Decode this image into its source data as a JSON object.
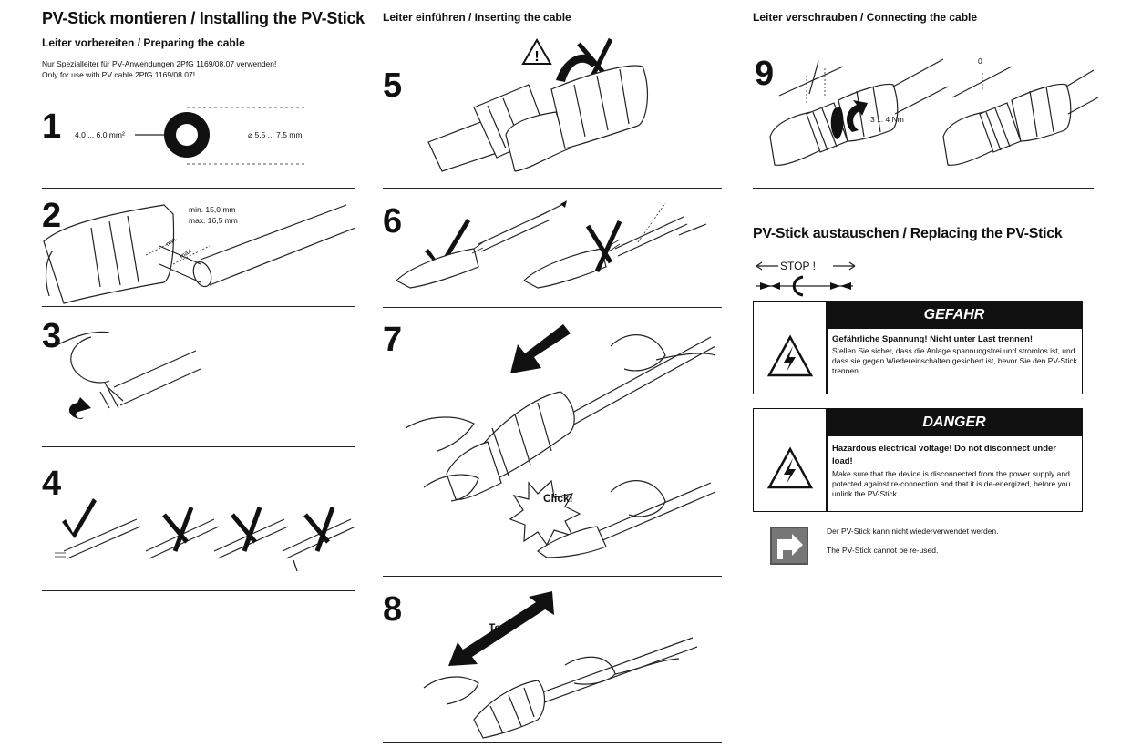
{
  "col1": {
    "title": "PV-Stick montieren / Installing the PV-Stick",
    "subtitle": "Leiter vorbereiten / Preparing the cable",
    "note_de": "Nur Spezialleiter für PV-Anwendungen 2PfG 1169/08.07 verwenden!",
    "note_en": "Only for use with PV cable 2PfG 1169/08.07!",
    "step1": {
      "num": "1",
      "cross_section": "4,0 ... 6,0 mm²",
      "diameter": "⌀ 5,5 ... 7,5 mm"
    },
    "step2": {
      "num": "2",
      "min_len": "min. 15,0 mm",
      "max_len": "max. 16,5 mm",
      "min": "min.",
      "max": "max."
    },
    "step3": {
      "num": "3"
    },
    "step4": {
      "num": "4"
    }
  },
  "col2": {
    "title": "Leiter einführen / Inserting the cable",
    "step5": {
      "num": "5"
    },
    "step6": {
      "num": "6"
    },
    "step7": {
      "num": "7",
      "click": "Click!"
    },
    "step8": {
      "num": "8",
      "test": "Test"
    }
  },
  "col3": {
    "title": "Leiter verschrauben / Connecting the cable",
    "step9": {
      "num": "9",
      "torque": "3 ... 4 Nm",
      "gap": "0"
    },
    "replace_title": "PV-Stick austauschen / Replacing the PV-Stick",
    "stop": "STOP !",
    "gefahr": {
      "head": "GEFAHR",
      "bold": "Gefährliche Spannung! Nicht unter Last trennen!",
      "text": "Stellen Sie sicher, dass die Anlage spannungsfrei und stromlos ist, und dass sie gegen Wiedereinschalten gesichert ist, bevor Sie den PV-Stick trennen."
    },
    "danger": {
      "head": "DANGER",
      "bold": "Hazardous electrical voltage! Do not disconnect under load!",
      "text": "Make sure that the device is disconnected from the power supply and potected against re-connection and that it is de-energized, before you unlink the PV-Stick."
    },
    "reuse_de": "Der PV-Stick kann nicht wiederverwendet werden.",
    "reuse_en": "The PV-Stick cannot be re-used."
  }
}
